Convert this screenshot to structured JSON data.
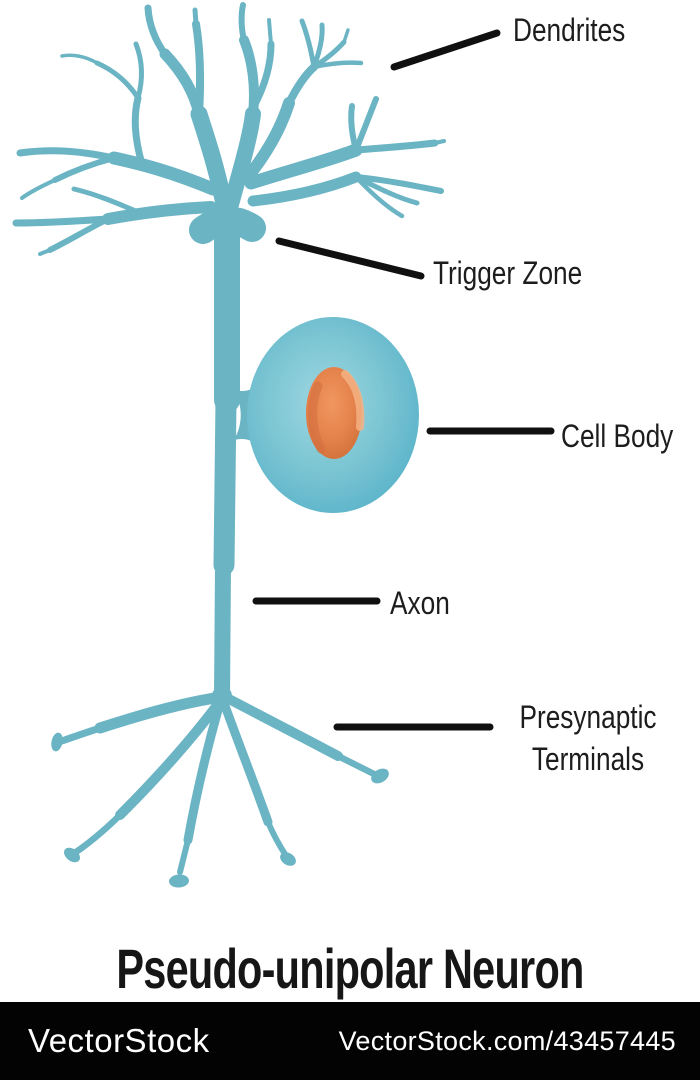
{
  "diagram": {
    "title": "Pseudo-unipolar Neuron",
    "labels": {
      "dendrites": "Dendrites",
      "trigger_zone": "Trigger Zone",
      "cell_body": "Cell Body",
      "axon": "Axon",
      "presynaptic_terminals": "Presynaptic Terminals"
    }
  },
  "watermark": {
    "brand": "VectorStock",
    "reference": "VectorStock.com/43457445"
  },
  "colors": {
    "neuron": "#6bb4c4",
    "cell_body_center": "#9ed7e1",
    "cell_body_edge": "#5ab3c9",
    "nucleus": "#e5824c",
    "nucleus_edge": "#d2703a",
    "nucleus_highlight": "#f5b183",
    "nucleus_shadow": "#cf6c3c",
    "label_line": "#101010",
    "label_text": "#1d1d1d",
    "footer_background": "#030303",
    "footer_text": "#ffffff"
  }
}
